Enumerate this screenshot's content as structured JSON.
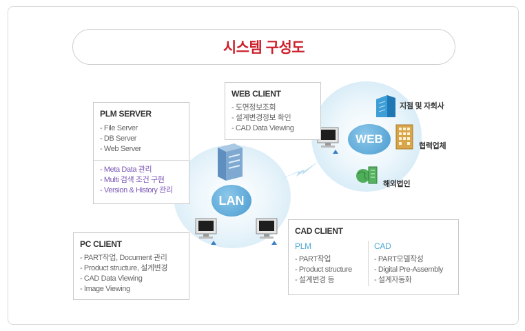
{
  "title": "시스템 구성도",
  "plm_server": {
    "heading": "PLM SERVER",
    "items": [
      "- File Server",
      "- DB Server",
      "- Web Server"
    ],
    "features": [
      "- Meta Data 관리",
      "- Multi 검색 조건 구현",
      "- Version & History 관리"
    ]
  },
  "web_client": {
    "heading": "WEB CLIENT",
    "items": [
      "- 도면정보조회",
      "- 설계변경정보 확인",
      "- CAD Data Viewing"
    ]
  },
  "pc_client": {
    "heading": "PC CLIENT",
    "items": [
      "- PART작업, Document 관리",
      "- Product structure, 설계변경",
      "- CAD Data Viewing",
      "- Image Viewing"
    ]
  },
  "cad_client": {
    "heading": "CAD CLIENT",
    "plm_title": "PLM",
    "plm_items": [
      "- PART작업",
      "- Product structure",
      "- 설계변경 등"
    ],
    "cad_title": "CAD",
    "cad_items": [
      "- PART모델작성",
      "- Digital Pre-Assembly",
      "- 설계자동화"
    ]
  },
  "lan_label": "LAN",
  "web_label": "WEB",
  "sites": {
    "branch": "지점 및 자회사",
    "partner": "협력업체",
    "overseas": "해외법인"
  },
  "colors": {
    "title_red": "#cc1f2a",
    "accent_blue": "#4ea8d8",
    "feature_purple": "#7a56b5",
    "bubble_blue": "#5aa7d6"
  },
  "icons": [
    "server-icon",
    "monitor-icon",
    "building-icon",
    "globe-icon",
    "lightning-link-icon"
  ]
}
